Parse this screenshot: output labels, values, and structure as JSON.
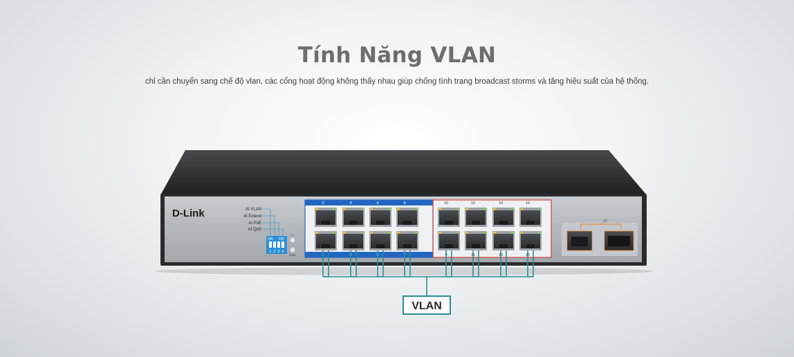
{
  "heading": {
    "title": "Tính Năng VLAN",
    "subtitle": "chỉ cần chuyển sang chế độ vlan, các cổng hoạt động không thấy nhau giúp chống tình trạng broadcast storms và tăng hiệu suất của hệ thống."
  },
  "device": {
    "brand": "D-Link",
    "dip_labels": [
      "AI VLAN",
      "AI Extend",
      "AI PoE",
      "AI QoS"
    ],
    "dip_header_on": "ON",
    "dip_header_dip": "DIP",
    "dip_numbers": [
      "1",
      "2",
      "3",
      "4"
    ],
    "led_labels": [
      "17",
      "PWR"
    ],
    "top_port_numbers": [
      "2",
      "4",
      "6",
      "8",
      "10",
      "12",
      "14",
      "16"
    ],
    "bottom_port_numbers": [
      "1",
      "3",
      "5",
      "7",
      "9",
      "11",
      "13",
      "15"
    ],
    "sfp_label": "17"
  },
  "callout": {
    "label": "VLAN"
  },
  "colors": {
    "poe_blue": "#2167c2",
    "vlan_teal": "#2a8e93",
    "group_red": "#d2413a",
    "sfp_orange": "#e8852a",
    "chassis_dark": "#2d2e30",
    "front_panel": "#b9bcc0"
  }
}
